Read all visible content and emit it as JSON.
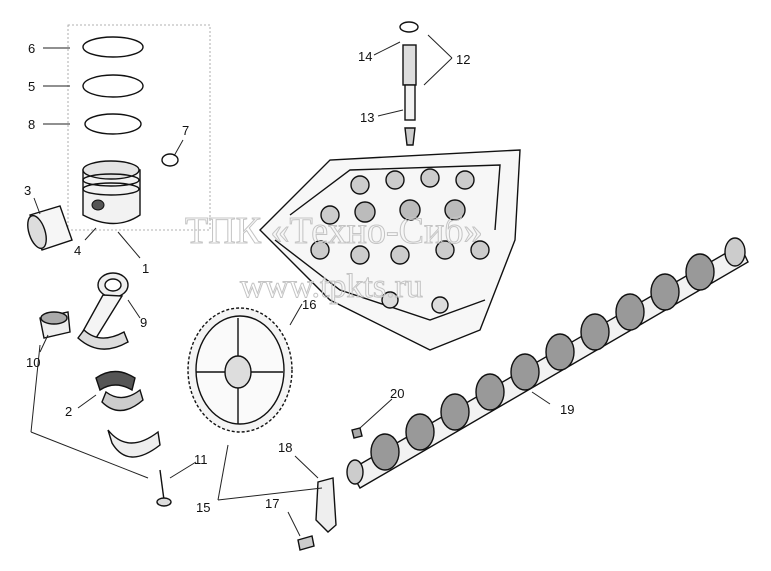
{
  "watermark": {
    "line1": "ТПК «Техно-Сиб»",
    "line2": "www.tpkts.ru"
  },
  "callouts": {
    "c1": "1",
    "c2": "2",
    "c3": "3",
    "c4": "4",
    "c5": "5",
    "c6": "6",
    "c7": "7",
    "c8": "8",
    "c9": "9",
    "c10": "10",
    "c11": "11",
    "c12": "12",
    "c13": "13",
    "c14": "14",
    "c15": "15",
    "c16": "16",
    "c17": "17",
    "c18": "18",
    "c19": "19",
    "c20": "20"
  }
}
